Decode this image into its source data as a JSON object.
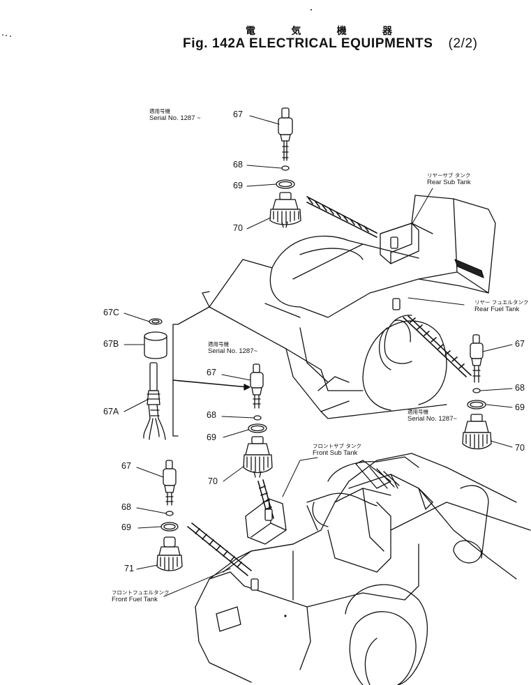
{
  "header": {
    "title_jp": [
      "電",
      "気",
      "機",
      "器"
    ],
    "title": "Fig. 142A ELECTRICAL EQUIPMENTS",
    "sheet": "(2/2)"
  },
  "notes": {
    "serial_top": {
      "jp": "適用号機",
      "en": "Serial No. 1287 ~"
    },
    "serial_mid": {
      "jp": "適用号機",
      "en": "Serial No. 1287~"
    },
    "serial_right": {
      "jp": "適用号機",
      "en": "Serial No. 1287~"
    },
    "rear_sub_tank": {
      "jp": "リヤーサブ タンク",
      "en": "Rear Sub Tank"
    },
    "rear_fuel_tank": {
      "jp": "リヤー フュエルタンク",
      "en": "Rear Fuel Tank"
    },
    "front_sub_tank": {
      "jp": "フロントサブ タンク",
      "en": "Front Sub Tank"
    },
    "front_fuel_tank": {
      "jp": "フロントフュエルタンク",
      "en": "Front Fuel Tank"
    }
  },
  "callouts": {
    "top": {
      "p67": "67",
      "p68": "68",
      "p69": "69",
      "p70": "70"
    },
    "left": {
      "p67c": "67C",
      "p67b": "67B",
      "p67a": "67A"
    },
    "mid": {
      "p67": "67",
      "p68": "68",
      "p69": "69",
      "p70": "70"
    },
    "right": {
      "p67": "67",
      "p68": "68",
      "p69": "69",
      "p70": "70"
    },
    "low": {
      "p67": "67",
      "p68": "68",
      "p69": "69",
      "p71": "71"
    }
  }
}
